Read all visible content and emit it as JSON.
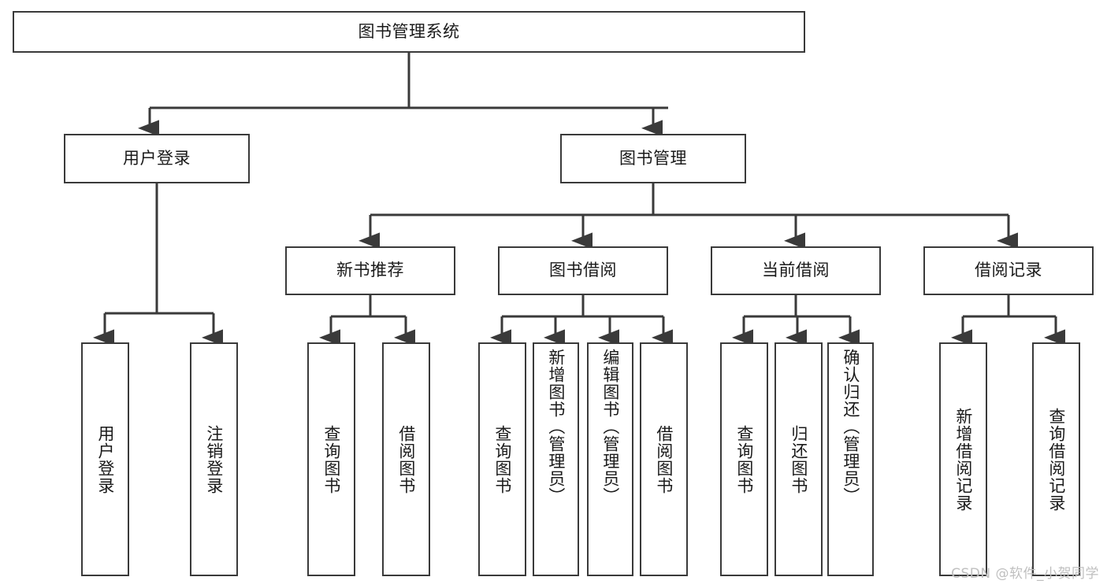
{
  "diagram": {
    "title": "图书管理系统",
    "type": "tree-hierarchy",
    "watermark": "CSDN @软件_小贺同学",
    "colors": {
      "box_border": "#3a3a3a",
      "box_fill": "#ffffff",
      "edge": "#3a3a3a",
      "text": "#1a1a1a",
      "watermark": "#bfbfbf"
    },
    "root": {
      "label": "图书管理系统"
    },
    "level2": [
      {
        "label": "用户登录"
      },
      {
        "label": "图书管理"
      }
    ],
    "level3": [
      {
        "label": "新书推荐"
      },
      {
        "label": "图书借阅"
      },
      {
        "label": "当前借阅"
      },
      {
        "label": "借阅记录"
      }
    ],
    "leaves": {
      "user_login": [
        {
          "label": "用户登录"
        },
        {
          "label": "注销登录"
        }
      ],
      "new_book_recommend": [
        {
          "label": "查询图书"
        },
        {
          "label": "借阅图书"
        }
      ],
      "book_borrow": [
        {
          "label": "查询图书"
        },
        {
          "label": "新增图书（管理员）"
        },
        {
          "label": "编辑图书（管理员）"
        },
        {
          "label": "借阅图书"
        }
      ],
      "current_borrow": [
        {
          "label": "查询图书"
        },
        {
          "label": "归还图书"
        },
        {
          "label": "确认归还（管理员）"
        }
      ],
      "borrow_record": [
        {
          "label": "新增借阅记录"
        },
        {
          "label": "查询借阅记录"
        }
      ]
    }
  }
}
